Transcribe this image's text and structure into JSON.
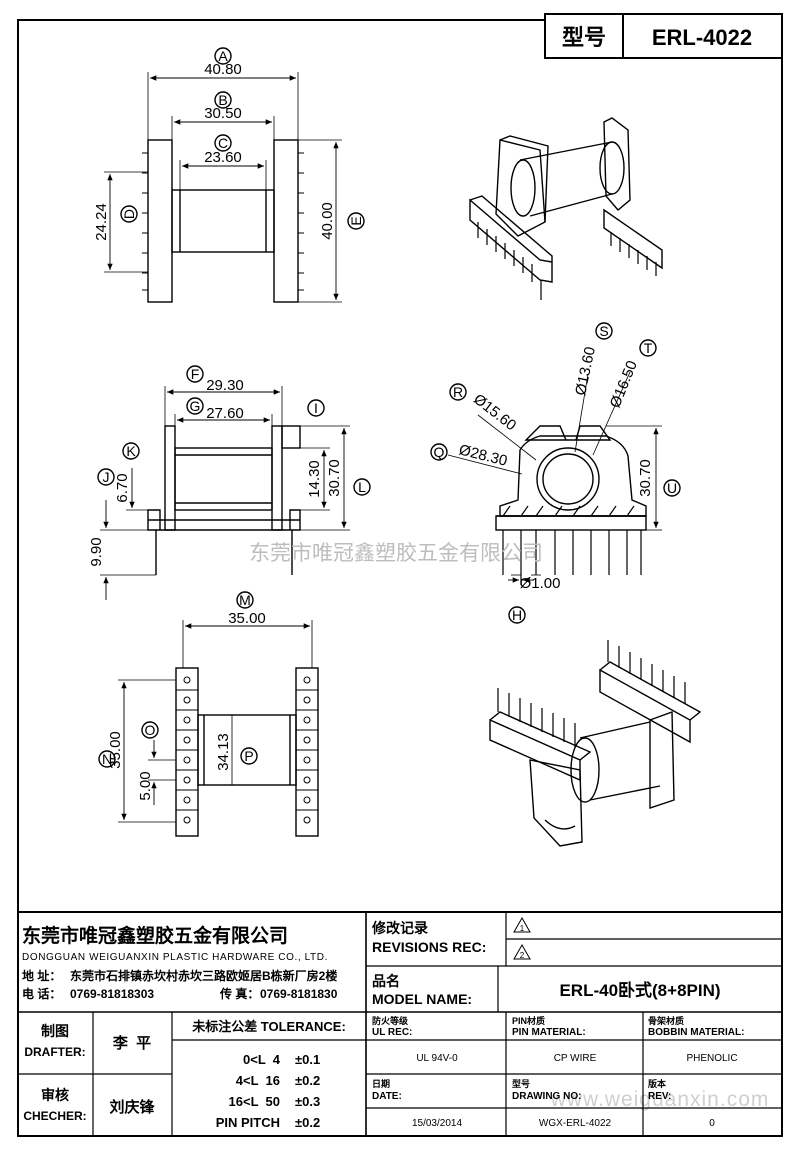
{
  "title_box": {
    "label": "型号",
    "model": "ERL-4022"
  },
  "top_view": {
    "A": "A",
    "A_val": "40.80",
    "B": "B",
    "B_val": "30.50",
    "C": "C",
    "C_val": "23.60",
    "D": "D",
    "D_val": "24.24",
    "E": "E",
    "E_val": "40.00"
  },
  "side_view": {
    "F": "F",
    "F_val": "29.30",
    "G": "G",
    "G_val": "27.60",
    "I": "I",
    "K": "K",
    "K_val": "6.70",
    "J": "J",
    "J_val": "9.90",
    "H_val": "14.30",
    "L": "L",
    "L_val": "30.70"
  },
  "end_view": {
    "S": "S",
    "S_val": "Ø13.60",
    "T": "T",
    "T_val": "Ø16.50",
    "R": "R",
    "R_val": "Ø15.60",
    "Q": "Q",
    "Q_val": "Ø28.30",
    "U": "U",
    "U_val": "30.70",
    "pin_val": "Ø1.00",
    "H": "H"
  },
  "bottom_view": {
    "M": "M",
    "M_val": "35.00",
    "N": "N",
    "N_val": "35.00",
    "O": "O",
    "O_val": "5.00",
    "P": "P",
    "P_val": "34.13"
  },
  "watermark": "东莞市唯冠鑫塑胶五金有限公司",
  "watermark_url": "www.weiguanxin.com",
  "company": {
    "name_cn": "东莞市唯冠鑫塑胶五金有限公司",
    "name_en": "DONGGUAN WEIGUANXIN PLASTIC HARDWARE CO., LTD.",
    "address_label": "地  址：",
    "address": "东莞市石排镇赤坎村赤坎三路欧姬居B栋新厂房2楼",
    "phone_label": "电  话：",
    "phone": "0769-81818303",
    "fax_label": "传  真：",
    "fax": "0769-8181830"
  },
  "revisions": {
    "label_cn": "修改记录",
    "label_en": "REVISIONS REC:",
    "rev1": "1",
    "rev2": "2"
  },
  "model": {
    "label_cn": "品名",
    "label_en": "MODEL NAME:",
    "value": "ERL-40卧式(8+8PIN)"
  },
  "drafter": {
    "label_cn": "制图",
    "label_en": "DRAFTER:",
    "name": "李  平"
  },
  "checker": {
    "label_cn": "审核",
    "label_en": "CHECHER:",
    "name": "刘庆锋"
  },
  "tolerance": {
    "title": "未标注公差 TOLERANCE:",
    "rows": [
      {
        "range": "0<L  4",
        "tol": "±0.1"
      },
      {
        "range": "4<L  16",
        "tol": "±0.2"
      },
      {
        "range": "16<L  50",
        "tol": "±0.3"
      },
      {
        "range": "PIN PITCH",
        "tol": "±0.2"
      }
    ]
  },
  "specs": {
    "ul_label_cn": "防火等级",
    "ul_label_en": "UL REC:",
    "ul_value": "UL 94V-0",
    "pin_label_cn": "PIN材质",
    "pin_label_en": "PIN MATERIAL:",
    "pin_value": "CP WIRE",
    "bobbin_label_cn": "骨架材质",
    "bobbin_label_en": "BOBBIN MATERIAL:",
    "bobbin_value": "PHENOLIC",
    "date_label_cn": "日期",
    "date_label_en": "DATE:",
    "date_value": "15/03/2014",
    "dwg_label_cn": "型号",
    "dwg_label_en": "DRAWING NO:",
    "dwg_value": "WGX-ERL-4022",
    "rev_label_cn": "版本",
    "rev_label_en": "REV:",
    "rev_value": "0"
  }
}
